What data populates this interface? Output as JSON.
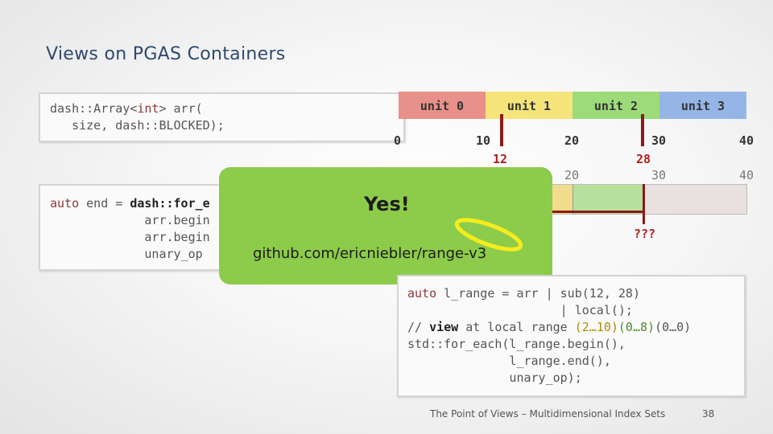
{
  "slide": {
    "title": "Views on PGAS Containers",
    "footer": "The Point of Views – Multidimensional Index Sets",
    "page_number": "38"
  },
  "code_top": {
    "line1_pre": "dash::Array<",
    "line1_type": "int",
    "line1_post": "> arr(",
    "line2": "   size, dash::BLOCKED);"
  },
  "code_left": {
    "line1_kw": "auto",
    "line1_mid": " end = ",
    "line1_fn": "dash::for_e",
    "line2": "             arr.begin",
    "line3": "             arr.begin",
    "line4": "             unary_op"
  },
  "units": [
    {
      "label": "unit 0",
      "color": "#e8908a"
    },
    {
      "label": "unit 1",
      "color": "#f5e47a"
    },
    {
      "label": "unit 2",
      "color": "#9ddb7a"
    },
    {
      "label": "unit 3",
      "color": "#95b5e6"
    }
  ],
  "top_scale": [
    "0",
    "10",
    "20",
    "30",
    "40"
  ],
  "range_marks": {
    "start": "12",
    "end": "28"
  },
  "local_scale": [
    "20",
    "30",
    "40"
  ],
  "question": "???",
  "overlay": {
    "headline": "Yes!",
    "link": "github.com/ericniebler/range-v3",
    "background": "#8dcb4b"
  },
  "code_right": {
    "l1_kw": "auto",
    "l1_rest": " l_range = arr | sub(12, 28)",
    "l2": "                     | local();",
    "l3_cm": "// ",
    "l3_kw": "view",
    "l3_rest": " at local range ",
    "l3_r1": "(2…10)",
    "l3_r2": "(0…8)",
    "l3_r3": "(0…0)",
    "l4": "std::for_each(l_range.begin(),",
    "l5": "              l_range.end(),",
    "l6": "              unary_op);"
  }
}
